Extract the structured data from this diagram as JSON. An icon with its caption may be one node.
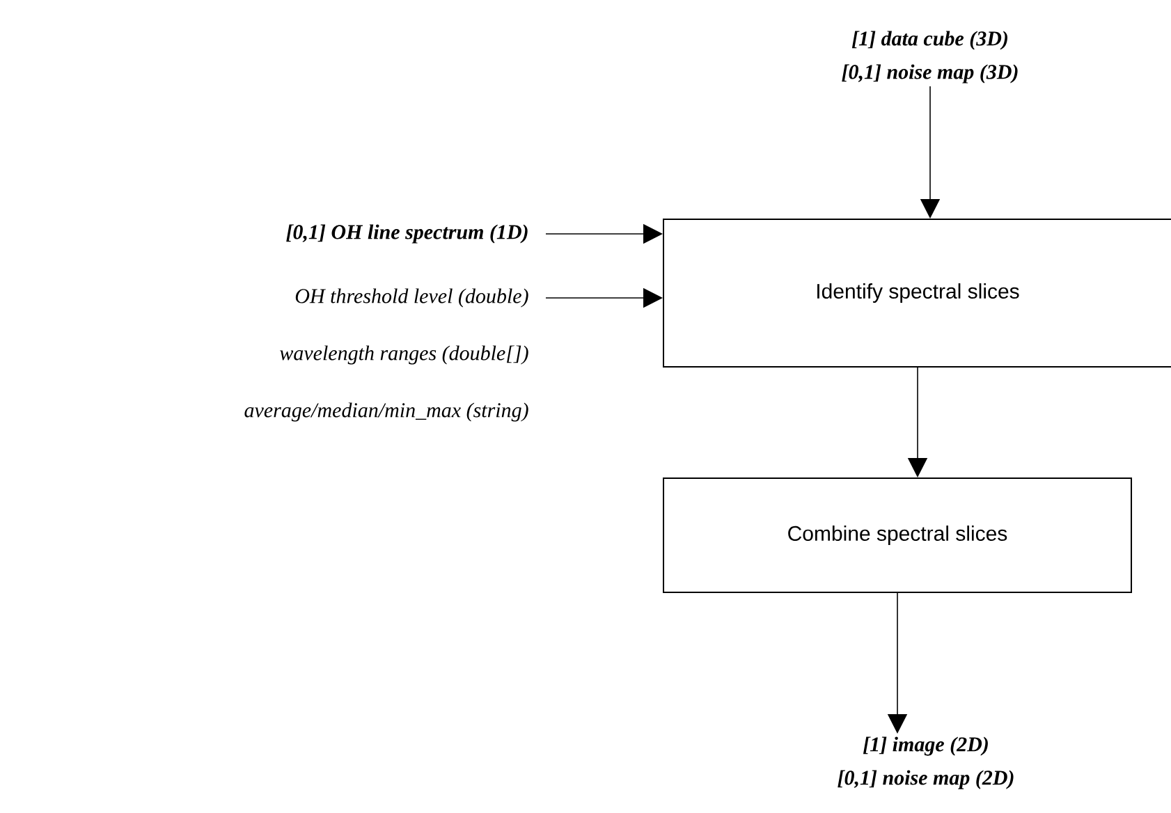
{
  "diagram": {
    "nodes": [
      {
        "text": [
          "[1] data cube (3D)",
          "[0,1] noise map (3D)"
        ]
      },
      {
        "text": [
          "[0,1] OH line spectrum (1D)"
        ]
      },
      {
        "text": [
          "OH threshold level (double)"
        ]
      },
      {
        "text": [
          "Identify spectral slices"
        ]
      },
      {
        "text": [
          "Combine spectral slices"
        ]
      },
      {
        "text": [
          "[1] image (2D)",
          "[0,1] noise map (2D)"
        ]
      }
    ],
    "edges": [
      {
        "from": 0,
        "to": 3,
        "arrow": "to"
      },
      {
        "from": 1,
        "to": 3,
        "arrow": "to"
      },
      {
        "from": 2,
        "to": 3,
        "arrow": "to"
      },
      {
        "from": 3,
        "to": 4,
        "arrow": "to"
      },
      {
        "from": 4,
        "to": 5,
        "arrow": "to"
      }
    ],
    "labels": [
      "wavelength ranges (double[])",
      "average/median/min_max (string)"
    ]
  }
}
